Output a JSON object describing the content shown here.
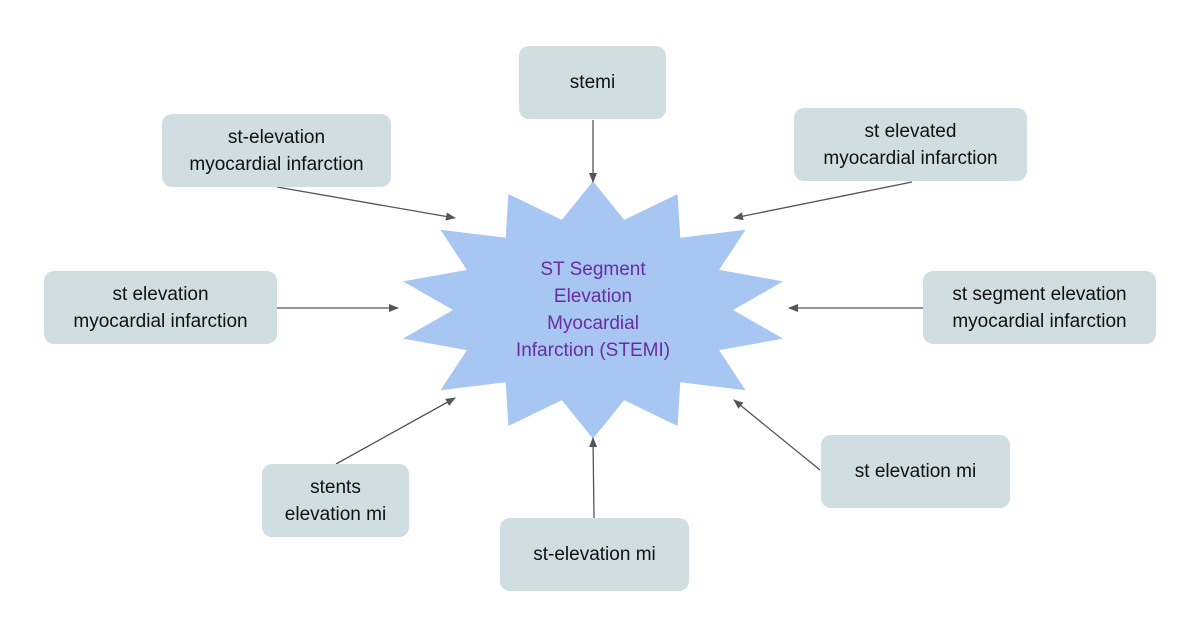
{
  "diagram": {
    "center": {
      "label": "ST Segment\nElevation\nMyocardial\nInfarction (STEMI)",
      "shape": "starburst",
      "fill_color": "#a7c6f2",
      "text_color": "#6a2ca0"
    },
    "nodes": [
      {
        "id": "stemi",
        "label": "stemi"
      },
      {
        "id": "st-elevated-mi",
        "label": "st elevated\nmyocardial infarction"
      },
      {
        "id": "st-segment-elevation-mi",
        "label": "st segment elevation\nmyocardial infarction"
      },
      {
        "id": "st-elevation-mi-short",
        "label": "st elevation mi"
      },
      {
        "id": "st-hyphen-elevation-mi-short",
        "label": "st-elevation mi"
      },
      {
        "id": "stents-elevation-mi",
        "label": "stents\nelevation mi"
      },
      {
        "id": "st-elevation-myocardial-infarction",
        "label": "st elevation\nmyocardial infarction"
      },
      {
        "id": "st-hyphen-elevation-myocardial-infarction",
        "label": "st-elevation\nmyocardial infarction"
      }
    ],
    "colors": {
      "node_fill": "#d0dee2",
      "arrow": "#555555",
      "text": "#111111"
    }
  }
}
